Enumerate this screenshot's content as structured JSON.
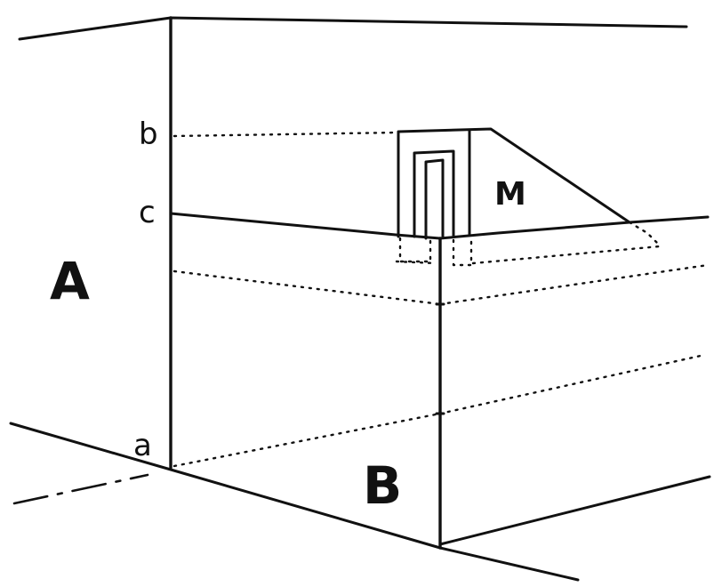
{
  "labels": {
    "point_b": "b",
    "point_c": "c",
    "point_a": "a",
    "wall_a": "A",
    "wall_b": "B",
    "block_m": "M"
  }
}
